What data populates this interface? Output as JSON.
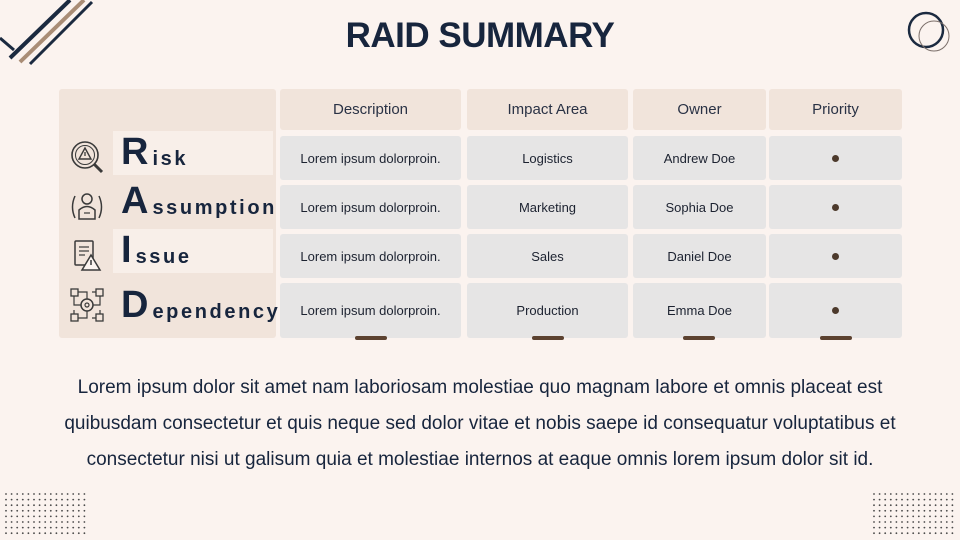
{
  "title": "RAID SUMMARY",
  "columns": [
    "Description",
    "Impact Area",
    "Owner",
    "Priority"
  ],
  "rows": [
    {
      "initial": "R",
      "rest": "isk",
      "icon": "risk-search-warning-icon",
      "description": "Lorem ipsum dolorproin.",
      "impact": "Logistics",
      "owner": "Andrew Doe"
    },
    {
      "initial": "A",
      "rest": "ssumption",
      "icon": "assumption-thinking-person-icon",
      "description": "Lorem ipsum dolorproin.",
      "impact": "Marketing",
      "owner": "Sophia Doe"
    },
    {
      "initial": "I",
      "rest": "ssue",
      "icon": "issue-document-warning-icon",
      "description": "Lorem ipsum dolorproin.",
      "impact": "Sales",
      "owner": "Daniel Doe"
    },
    {
      "initial": "D",
      "rest": "ependency",
      "icon": "dependency-gear-network-icon",
      "description": "Lorem ipsum dolorproin.",
      "impact": "Production",
      "owner": "Emma Doe"
    }
  ],
  "paragraph": "Lorem ipsum dolor sit amet nam laboriosam molestiae quo magnam labore et omnis placeat est quibusdam consectetur et quis neque sed dolor vitae et nobis saepe id consequatur voluptatibus et consectetur nisi ut galisum quia et molestiae internos at eaque omnis lorem ipsum dolor sit id.",
  "colors": {
    "background": "#fbf3ef",
    "navy": "#17253d",
    "tan": "#f1e4db",
    "cell": "#e6e5e5",
    "brown": "#5c4230"
  }
}
